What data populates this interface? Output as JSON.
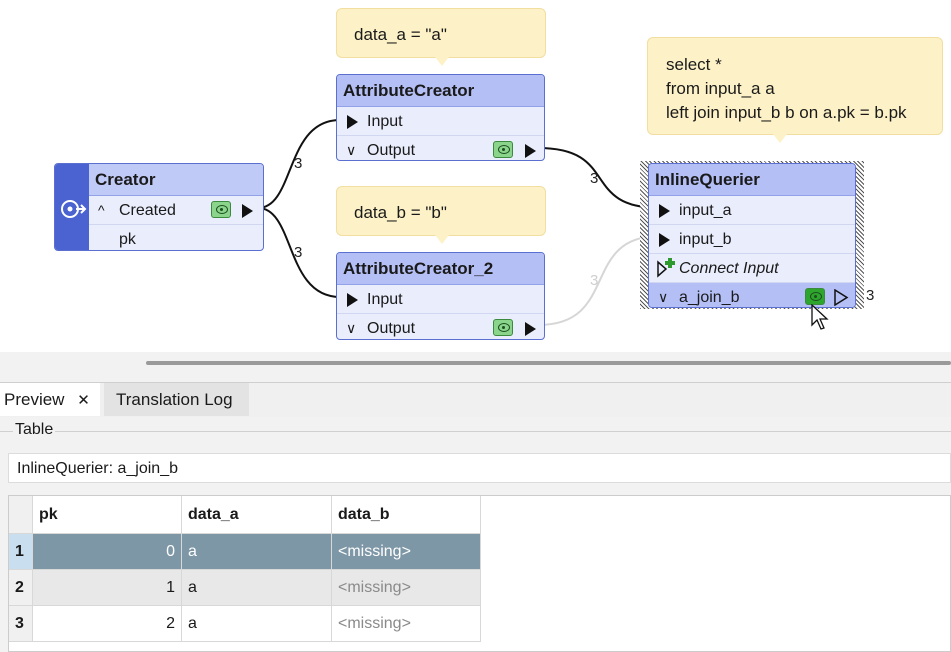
{
  "canvas": {
    "notes": [
      {
        "id": "note-data-a",
        "lines": [
          "data_a = \"a\""
        ]
      },
      {
        "id": "note-data-b",
        "lines": [
          "data_b = \"b\""
        ]
      },
      {
        "id": "note-sql",
        "lines": [
          "select *",
          "from input_a a",
          "left join input_b b on a.pk = b.pk"
        ]
      }
    ],
    "creator": {
      "title": "Creator",
      "ports": [
        "Created",
        "pk"
      ]
    },
    "attr_creator_1": {
      "title": "AttributeCreator",
      "input": "Input",
      "output": "Output"
    },
    "attr_creator_2": {
      "title": "AttributeCreator_2",
      "input": "Input",
      "output": "Output"
    },
    "inline_querier": {
      "title": "InlineQuerier",
      "inputs": [
        "input_a",
        "input_b"
      ],
      "connect": "Connect Input",
      "output": "a_join_b",
      "output_count": "3"
    },
    "counts": {
      "creator_to_ac1": "3",
      "creator_to_ac2": "3",
      "ac1_to_iq": "3",
      "ac2_to_iq": "3"
    }
  },
  "tabs": [
    {
      "label": "Preview",
      "close": "✕"
    },
    {
      "label": "Translation Log"
    }
  ],
  "preview": {
    "group_label": "Table",
    "query_name": "InlineQuerier: a_join_b",
    "columns": [
      "pk",
      "data_a",
      "data_b"
    ],
    "rows": [
      {
        "index": "1",
        "pk": "0",
        "data_a": "a",
        "data_b": "<missing>"
      },
      {
        "index": "2",
        "pk": "1",
        "data_a": "a",
        "data_b": "<missing>"
      },
      {
        "index": "3",
        "pk": "2",
        "data_a": "a",
        "data_b": "<missing>"
      }
    ]
  }
}
